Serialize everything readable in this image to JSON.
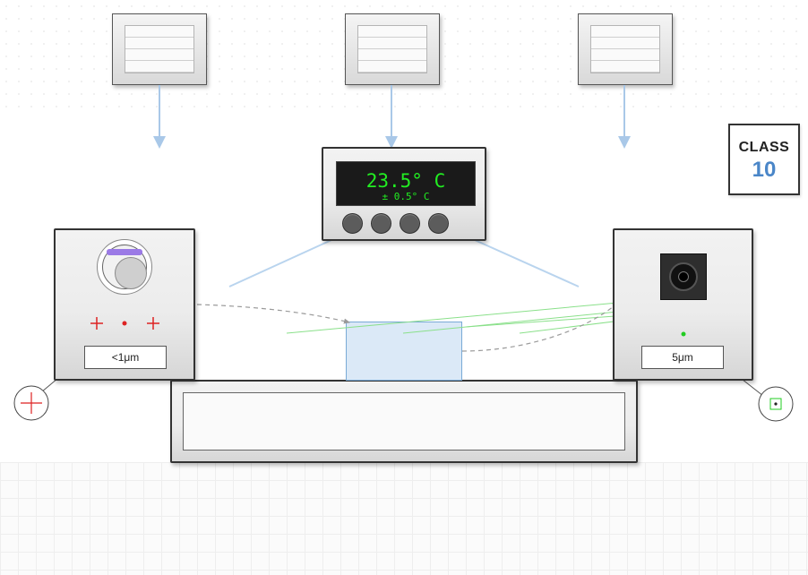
{
  "temperature": {
    "reading": "23.5° C",
    "tolerance": "± 0.5° C"
  },
  "cleanroom": {
    "class_label": "CLASS",
    "class_value": "10"
  },
  "left_station": {
    "value": "<1μm"
  },
  "right_station": {
    "value": "5μm"
  },
  "colors": {
    "airflow_arrow": "#a9c8e8",
    "readout_text": "#22ee22",
    "class_value": "#4a86c8",
    "crosshair": "#dd2222",
    "target": "#22cc22",
    "sample_fill": "#cfe2f4",
    "lens_tag": "#9b7ae6"
  },
  "icons": {
    "filter_units": "hepa-filter-icon",
    "controls": "control-knob-icon",
    "left_marker": "crosshair-icon",
    "right_marker": "target-icon"
  }
}
